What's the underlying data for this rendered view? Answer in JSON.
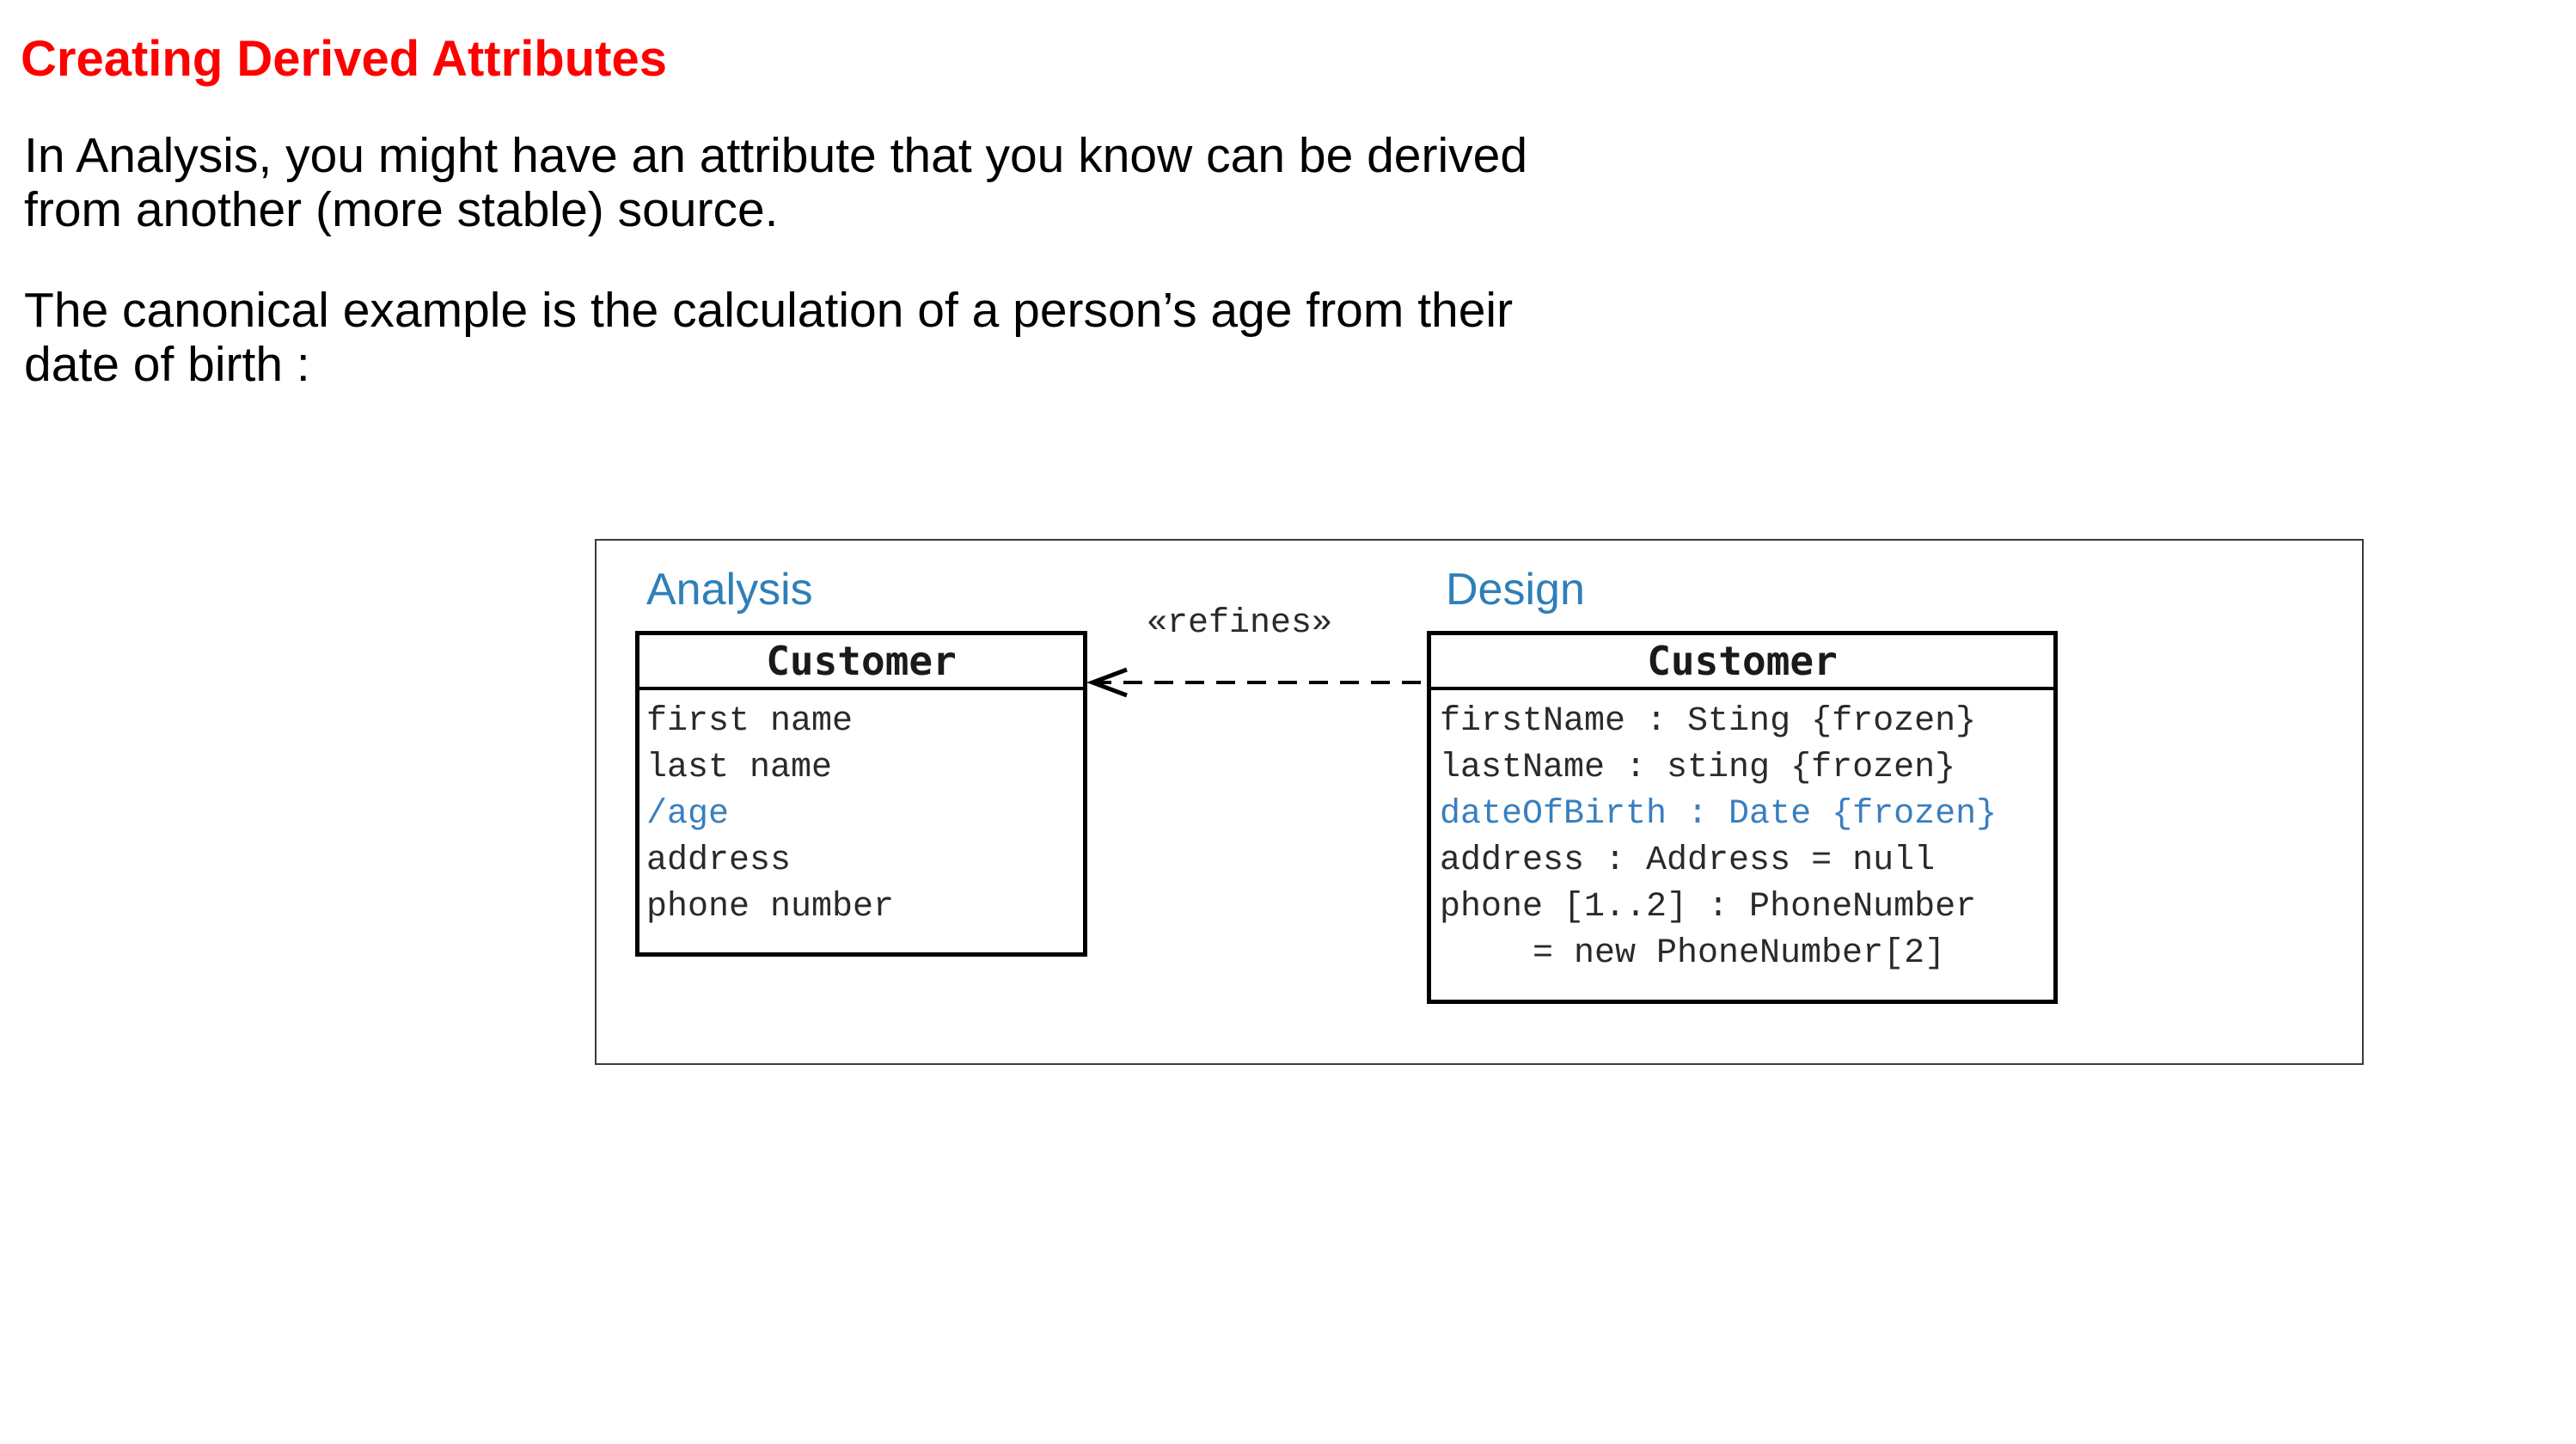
{
  "slide": {
    "title": "Creating Derived Attributes",
    "paragraph1": [
      "In Analysis, you might have an attribute that you know can be derived",
      "from another (more stable) source."
    ],
    "paragraph2": [
      "The canonical example is the calculation of a person’s age from their",
      "date of birth :"
    ]
  },
  "diagram": {
    "analysis": {
      "label": "Analysis",
      "class_name": "Customer",
      "attributes": [
        "first name",
        "last name",
        "/age",
        "address",
        "phone number"
      ]
    },
    "design": {
      "label": "Design",
      "class_name": "Customer",
      "attributes": [
        "firstName : Sting {frozen}",
        "lastName : sting {frozen}",
        "dateOfBirth : Date {frozen}",
        "address : Address = null",
        "phone [1..2] : PhoneNumber",
        "= new PhoneNumber[2]"
      ]
    },
    "relationship": {
      "stereotype": "«refines»"
    },
    "colors": {
      "title": "#ff0000",
      "package_label": "#2f7fb8",
      "derived_attribute": "#3a7fbf"
    }
  }
}
